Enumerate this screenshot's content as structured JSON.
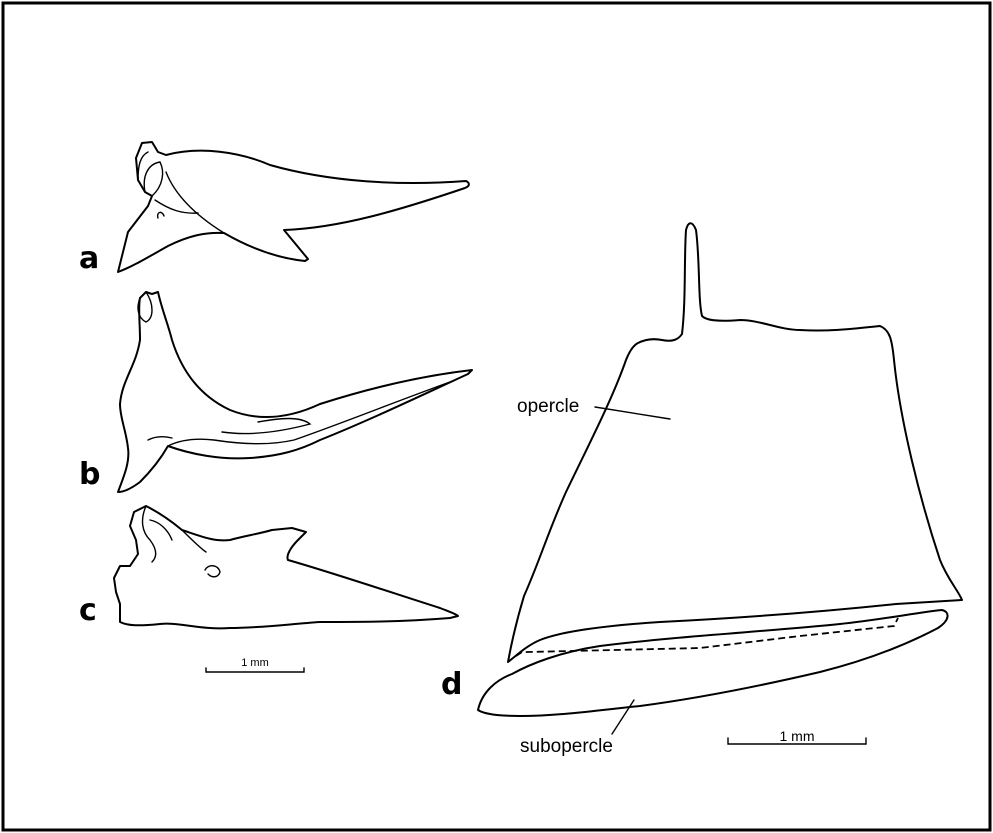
{
  "panels": {
    "a": "a",
    "b": "b",
    "c": "c",
    "d": "d"
  },
  "labels": {
    "opercle": "opercle",
    "subopercle": "subopercle"
  },
  "scale_bars": {
    "left": "1 mm",
    "right": "1 mm"
  }
}
